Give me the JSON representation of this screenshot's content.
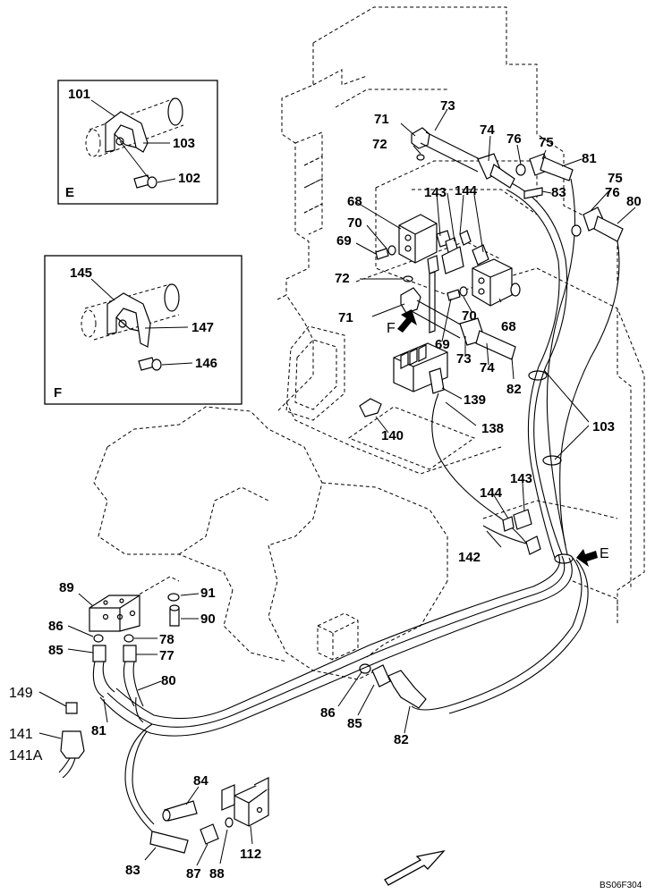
{
  "drawing_code": "BS06F304",
  "detail_views": {
    "E": {
      "title": "E",
      "labels": [
        "101",
        "103",
        "102"
      ]
    },
    "F": {
      "title": "F",
      "labels": [
        "145",
        "147",
        "146"
      ]
    }
  },
  "view_arrows": [
    "F",
    "E"
  ],
  "part_labels": [
    "73",
    "71",
    "72",
    "74",
    "76",
    "75",
    "81",
    "83",
    "76",
    "75",
    "80",
    "143",
    "144",
    "68",
    "70",
    "69",
    "72",
    "71",
    "70",
    "68",
    "69",
    "73",
    "74",
    "82",
    "139",
    "138",
    "140",
    "103",
    "143",
    "144",
    "142",
    "89",
    "91",
    "90",
    "86",
    "78",
    "85",
    "77",
    "80",
    "81",
    "149",
    "141",
    "141A",
    "86",
    "85",
    "82",
    "84",
    "83",
    "87",
    "88",
    "112"
  ]
}
